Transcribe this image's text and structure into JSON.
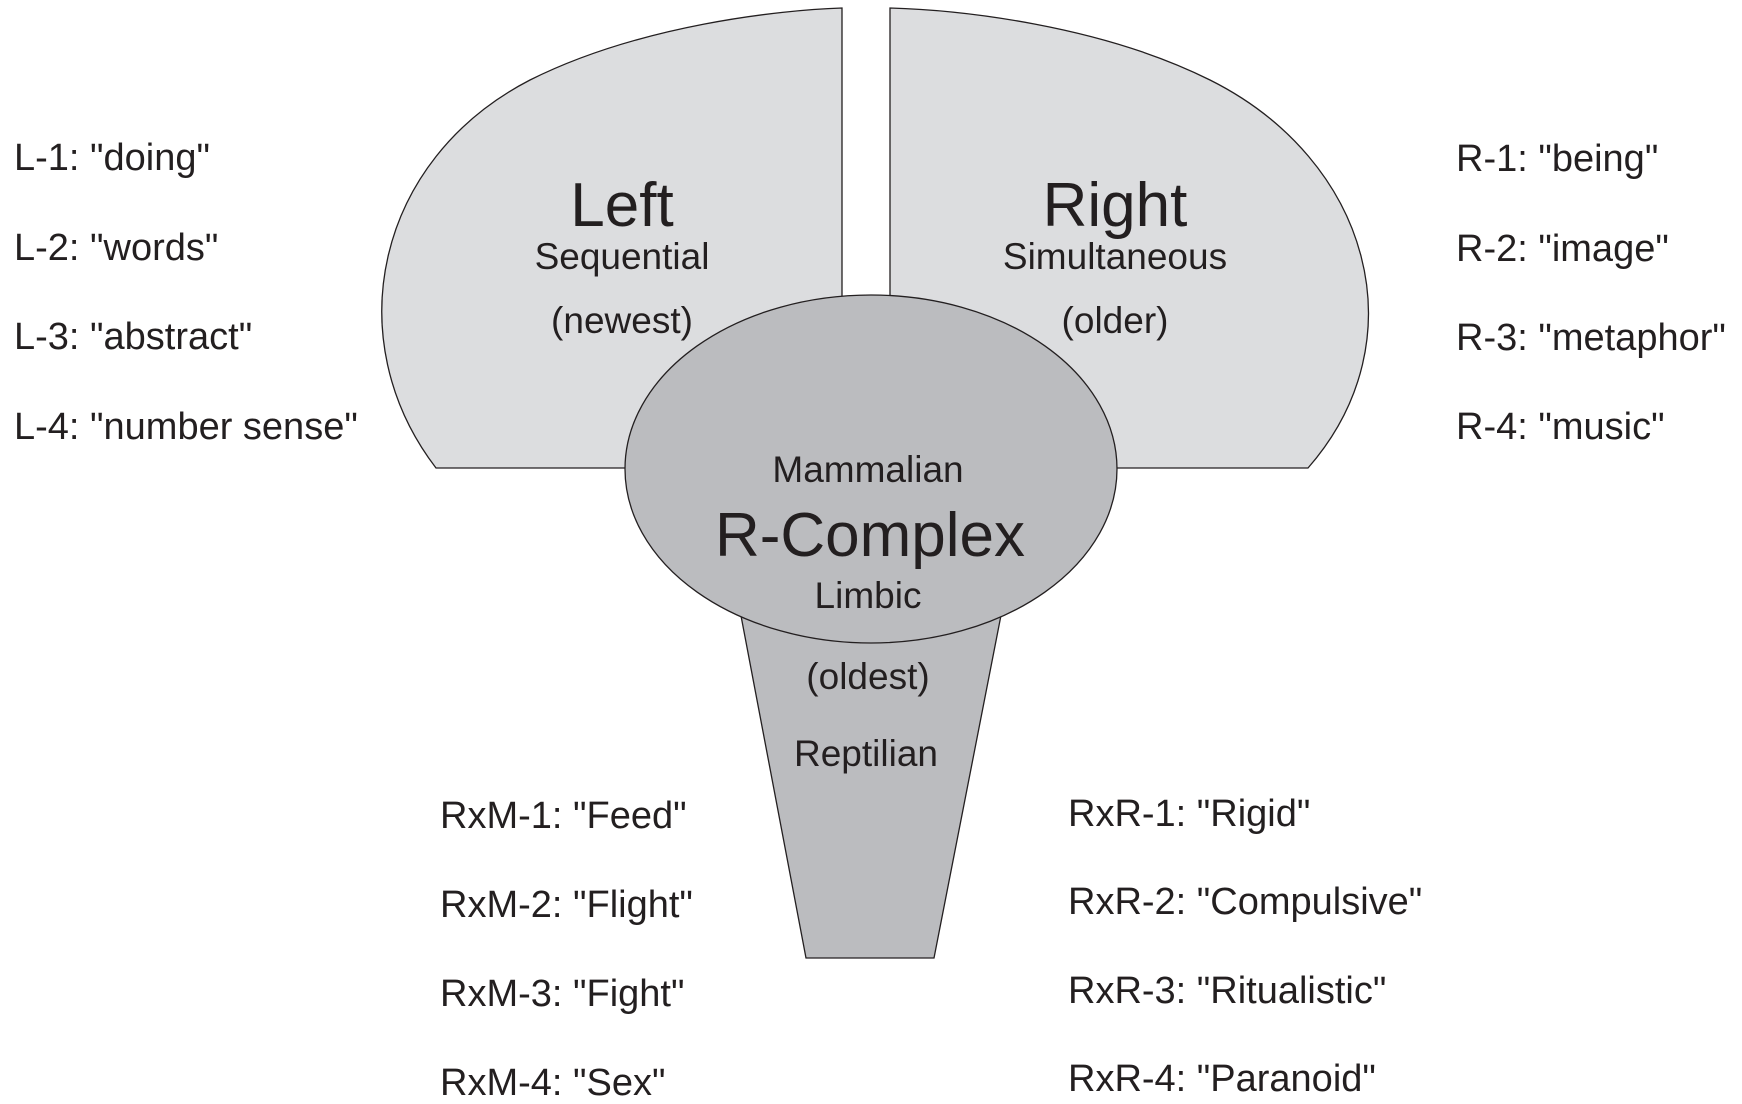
{
  "diagram": {
    "left_hemisphere": {
      "title": "Left",
      "mode": "Sequential",
      "age": "(newest)"
    },
    "right_hemisphere": {
      "title": "Right",
      "mode": "Simultaneous",
      "age": "(older)"
    },
    "core": {
      "top": "Mammalian",
      "title": "R-Complex",
      "bottom": "Limbic"
    },
    "stem": {
      "age": "(oldest)",
      "label": "Reptilian"
    },
    "left_list": [
      "L-1: \"doing\"",
      "L-2: \"words\"",
      "L-3: \"abstract\"",
      "L-4: \"number sense\""
    ],
    "right_list": [
      "R-1: \"being\"",
      "R-2: \"image\"",
      "R-3: \"metaphor\"",
      "R-4: \"music\""
    ],
    "rxm_list": [
      "RxM-1: \"Feed\"",
      "RxM-2: \"Flight\"",
      "RxM-3: \"Fight\"",
      "RxM-4: \"Sex\""
    ],
    "rxr_list": [
      "RxR-1: \"Rigid\"",
      "RxR-2: \"Compulsive\"",
      "RxR-3: \"Ritualistic\"",
      "RxR-4: \"Paranoid\""
    ],
    "colors": {
      "hemisphere_fill": "#dcdddf",
      "core_fill": "#bbbcbf",
      "stroke": "#231f20",
      "text": "#231f20"
    }
  }
}
